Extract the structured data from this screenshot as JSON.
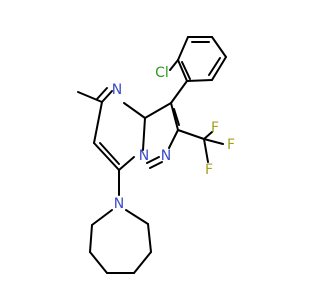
{
  "molecule": {
    "atoms": [
      {
        "id": "a_cl",
        "text": "Cl",
        "element": "Cl"
      },
      {
        "id": "a_n_top",
        "text": "N",
        "element": "N"
      },
      {
        "id": "a_n_bridge",
        "text": "N",
        "element": "N"
      },
      {
        "id": "a_n_pyrazole",
        "text": "N",
        "element": "N"
      },
      {
        "id": "a_n_azepane",
        "text": "N",
        "element": "N"
      },
      {
        "id": "a_f1",
        "text": "F",
        "element": "F"
      },
      {
        "id": "a_f2",
        "text": "F",
        "element": "F"
      },
      {
        "id": "a_f3",
        "text": "F",
        "element": "F"
      }
    ],
    "colors": {
      "bond": "#000000",
      "N": "#3b4bc8",
      "Cl": "#2e9a1e",
      "F": "#a6a020",
      "background": "#ffffff"
    }
  }
}
